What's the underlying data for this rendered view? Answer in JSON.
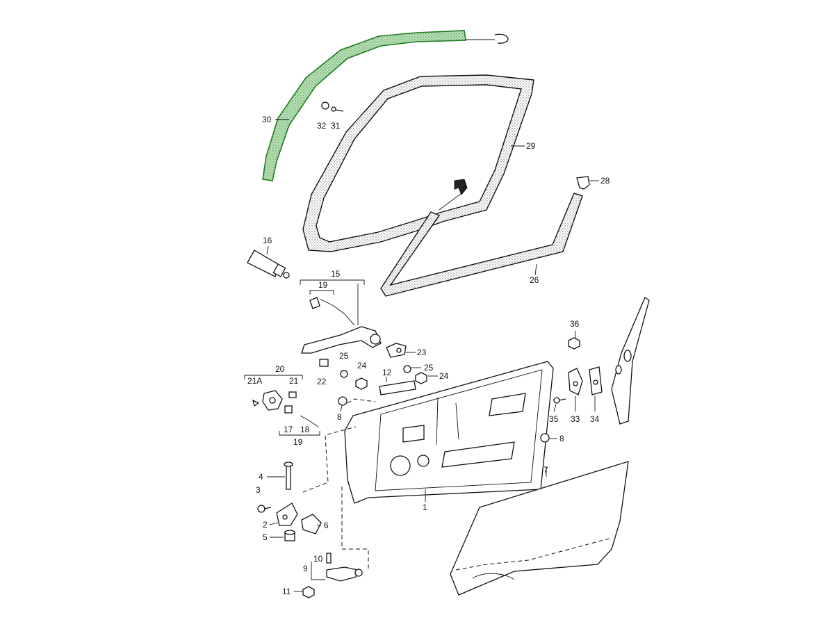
{
  "diagram": {
    "callouts": [
      "1",
      "2",
      "3",
      "4",
      "5",
      "6",
      "7",
      "8",
      "8",
      "9",
      "10",
      "11",
      "12",
      "15",
      "16",
      "17",
      "18",
      "19",
      "19",
      "20",
      "21",
      "21A",
      "22",
      "23",
      "24",
      "24",
      "25",
      "25",
      "26",
      "28",
      "29",
      "30",
      "31",
      "32",
      "33",
      "34",
      "35",
      "36"
    ],
    "colors": {
      "line": "#111111",
      "highlight": "#1e7a1e",
      "highlight_fill": "#9fd19f"
    }
  }
}
